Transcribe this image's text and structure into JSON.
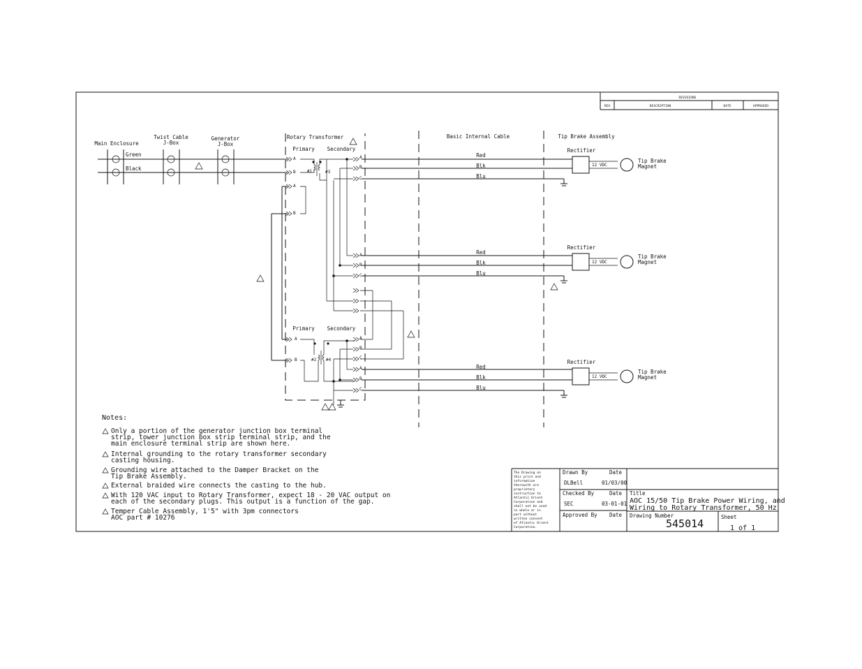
{
  "revisions": {
    "title": "REVISIONS",
    "rev": "REV",
    "description": "DESCRIPTION",
    "date": "DATE",
    "approved": "APPROVED"
  },
  "headers": {
    "main_enclosure": "Main Enclosure",
    "twist_cable_1": "Twist Cable",
    "twist_cable_2": "J-Box",
    "generator_1": "Generator",
    "generator_2": "J-Box",
    "rotary_transformer": "Rotary Transformer",
    "primary": "Primary",
    "secondary": "Secondary",
    "basic_internal_cable": "Basic Internal Cable",
    "tip_brake_assembly": "Tip Brake Assembly"
  },
  "wires": {
    "green": "Green",
    "black": "Black",
    "red": "Red",
    "blk": "Blk",
    "blu": "Blu"
  },
  "terminals": {
    "a": "A",
    "b": "B",
    "c": "C"
  },
  "transformers": {
    "t1": "#1",
    "t2": "#2",
    "t3": "#3",
    "t4": "#4"
  },
  "rectifier": {
    "label": "Rectifier",
    "output": "12 VDC"
  },
  "magnet": {
    "line1": "Tip Brake",
    "line2": "Magnet"
  },
  "notes": {
    "title": "Notes:",
    "n1": [
      "Only a portion of the generator junction box terminal",
      "strip, tower junction box strip terminal strip, and the",
      "main enclosure terminal strip are shown here."
    ],
    "n2": [
      "Internal grounding to the rotary transformer secondary",
      "casting housing."
    ],
    "n3": [
      "Grounding wire attached to the Damper Bracket on the",
      "Tip Brake Assembly."
    ],
    "n4": [
      "External braided wire connects the casting to the hub."
    ],
    "n5": [
      "With 120 VAC input to Rotary Transformer, expect 18 - 20 VAC output on",
      "each of the secondary plugs.  This output is a function of the gap."
    ],
    "n6": [
      "Temper Cable Assembly, 1'5\" with 3pm connectors",
      "AOC part # 10276"
    ]
  },
  "title_block": {
    "proprietary": [
      "The Drawing on",
      "this print and",
      "information",
      "therewith are",
      "proprietary",
      "instruction to",
      "Atlantic Orient",
      "Corporation and",
      "shall not be used",
      "in whole or in",
      "part without",
      "written consent",
      "of Atlantic Orient",
      "Corporation."
    ],
    "drawn_by_label": "Drawn By",
    "drawn_by": "DLBell",
    "date_label": "Date",
    "drawn_date": "01/03/00",
    "checked_by_label": "Checked By",
    "checked_by": "SEC",
    "checked_date": "03-01-01",
    "approved_by_label": "Approved By",
    "title_label": "Title",
    "title_line1": "AOC 15/50 Tip Brake Power Wiring, and",
    "title_line2": "Wiring to Rotary Transformer, 50 Hz",
    "drawing_number_label": "Drawing Number",
    "drawing_number": "545014",
    "sheet_label": "Sheet",
    "sheet": "1 of 1"
  }
}
